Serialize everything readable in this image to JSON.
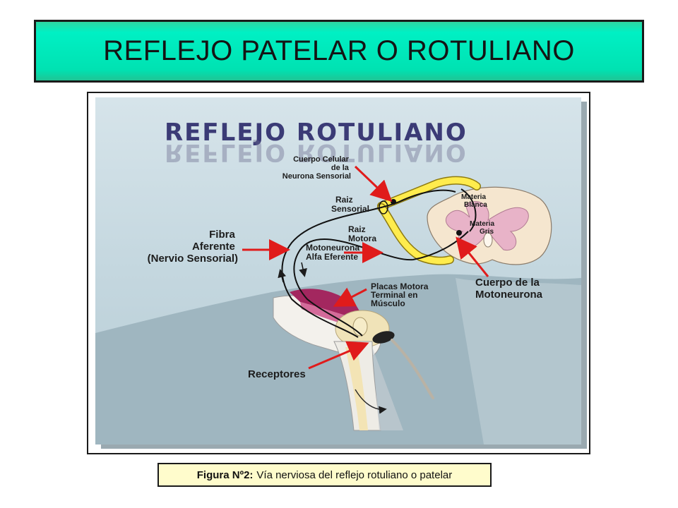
{
  "slide": {
    "title": "REFLEJO PATELAR O ROTULIANO"
  },
  "figure": {
    "heading": "REFLEJO ROTULIANO",
    "labels": {
      "cuerpo_celular": [
        "Cuerpo Celular",
        "de la",
        "Neurona Sensorial"
      ],
      "raiz_sensorial": [
        "Raiz",
        "Sensorial"
      ],
      "materia_blanca": [
        "Materia",
        "Blanca"
      ],
      "materia_gris": [
        "Materia",
        "Gris"
      ],
      "raiz_motora": [
        "Raiz",
        "Motora"
      ],
      "fibra_aferente": [
        "Fibra",
        "Aferente",
        "(Nervio Sensorial)"
      ],
      "motoneurona_alfa": [
        "Motoneurona",
        "Alfa Eferente"
      ],
      "cuerpo_motoneurona": [
        "Cuerpo de la",
        "Motoneurona"
      ],
      "placas_motora": [
        "Placas Motora",
        "Terminal en",
        "Músculo"
      ],
      "receptores": [
        "Receptores"
      ]
    }
  },
  "caption": {
    "bold": "Figura Nº2:",
    "text": "Vía nerviosa del reflejo rotuliano o patelar"
  }
}
